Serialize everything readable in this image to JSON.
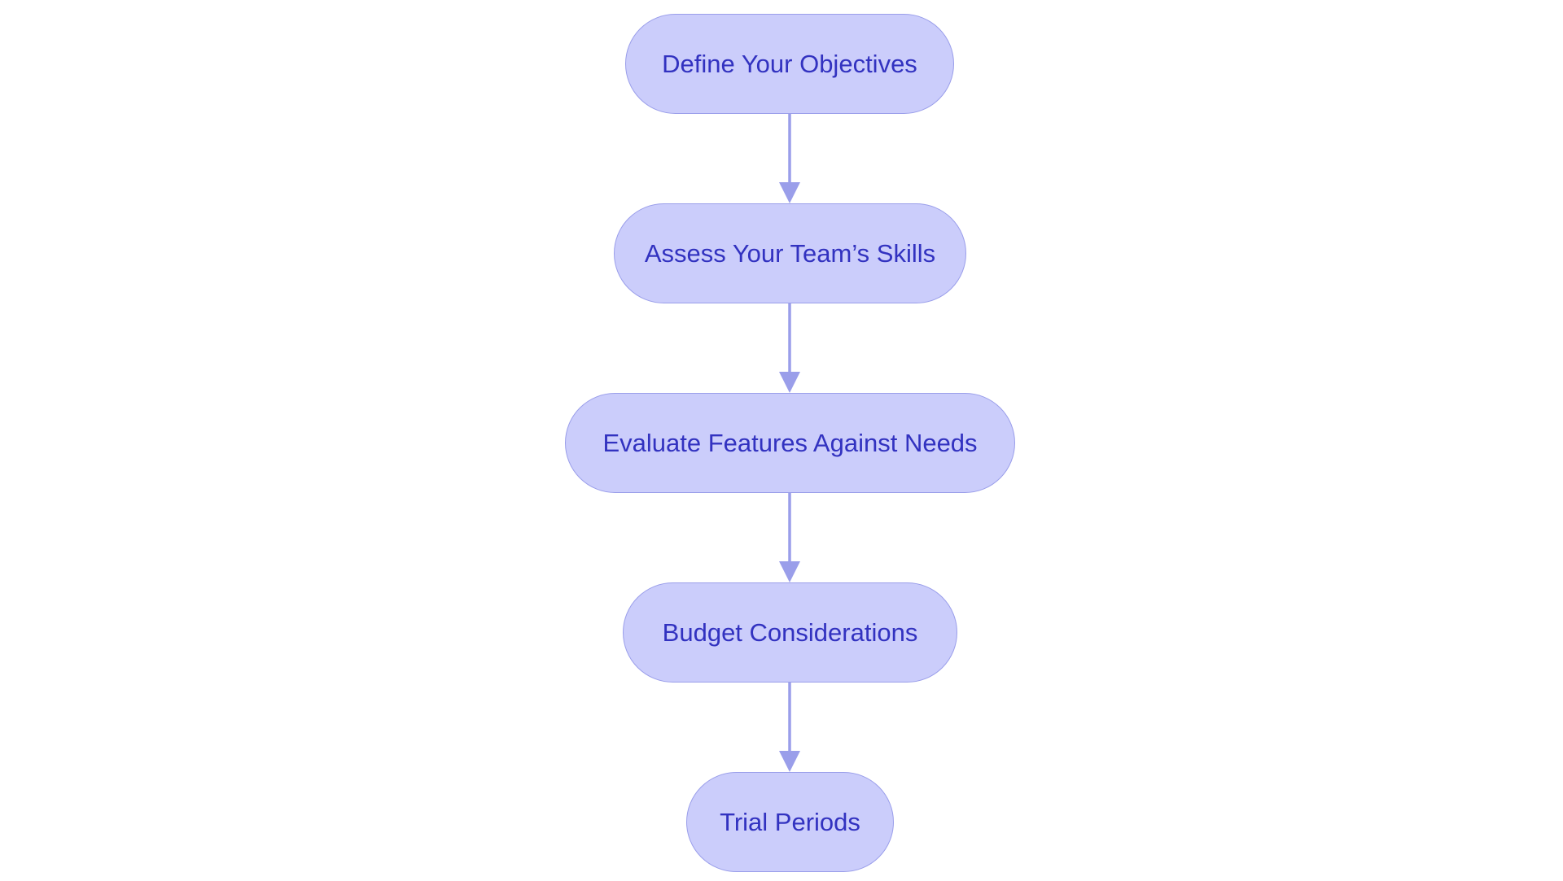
{
  "diagram": {
    "type": "flowchart",
    "direction": "top-to-bottom",
    "colors": {
      "node_fill": "#cbcdfb",
      "node_border": "#9a9eea",
      "label_text": "#3232c0",
      "edge": "#9a9eea"
    },
    "nodes": [
      {
        "id": "n0",
        "label": "Define Your Objectives"
      },
      {
        "id": "n1",
        "label": "Assess Your Team’s Skills"
      },
      {
        "id": "n2",
        "label": "Evaluate Features Against Needs"
      },
      {
        "id": "n3",
        "label": "Budget Considerations"
      },
      {
        "id": "n4",
        "label": "Trial Periods"
      }
    ],
    "edges": [
      {
        "from": "n0",
        "to": "n1"
      },
      {
        "from": "n1",
        "to": "n2"
      },
      {
        "from": "n2",
        "to": "n3"
      },
      {
        "from": "n3",
        "to": "n4"
      }
    ]
  }
}
